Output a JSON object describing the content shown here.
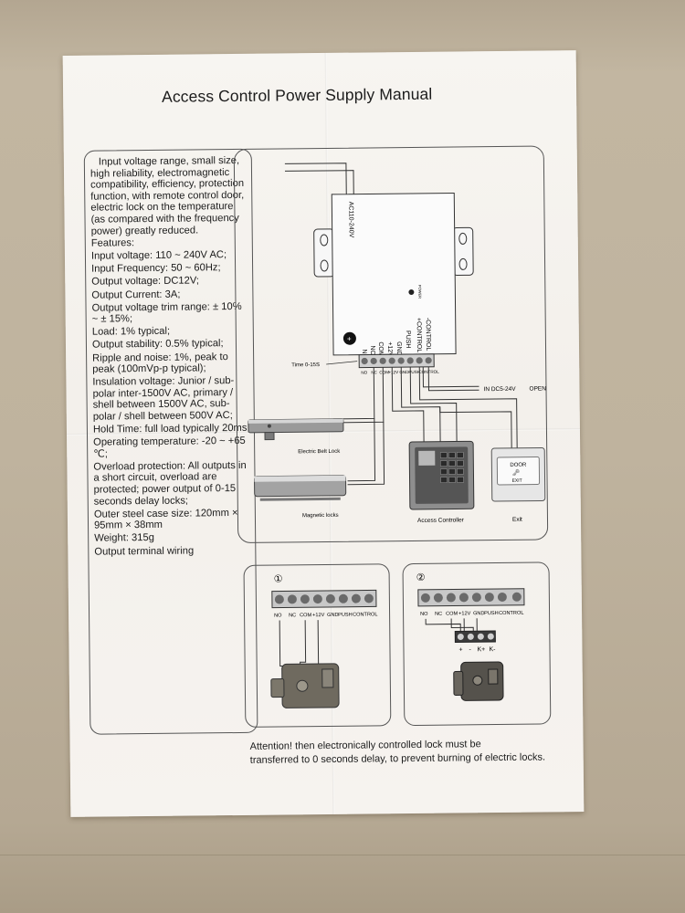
{
  "title": "Access Control Power Supply Manual",
  "spec_intro": "Input voltage range, small size, high reliability, electromagnetic compatibility, efficiency, protection function, with remote control door, electric lock on the temperature (as compared with the frequency power) greatly reduced.",
  "specs": [
    "Features:",
    "Input voltage: 110 ~ 240V AC;",
    "Input Frequency: 50 ~ 60Hz;",
    "Output voltage: DC12V;",
    "Output Current: 3A;",
    "Output voltage trim range: ± 10% ~ ± 15%;",
    "Load: 1% typical;",
    "Output stability: 0.5% typical;",
    "Ripple and noise: 1%, peak to peak (100mVp-p typical);",
    "Insulation voltage: Junior / sub-polar inter-1500V AC, primary / shell between 1500V AC, sub-polar / shell between 500V AC;",
    "Hold Time: full load typically 20ms;",
    "Operating temperature: -20 ~ +65 ℃;",
    "Overload protection: All outputs in a short circuit, overload are protected; power output of 0-15 seconds delay locks;",
    "Outer steel case size: 120mm × 95mm × 38mm",
    "Weight: 315g",
    "Output terminal wiring"
  ],
  "diagram": {
    "ac_label": "AC110-240V",
    "power_label": "POWER",
    "time_label": "Time  0-15S",
    "in_label": "IN  DC5-24V",
    "open_label": "OPEN",
    "vertical_labels": [
      "NO",
      "NC",
      "COM",
      "+12V",
      "GND",
      "PUSH",
      "+CONTROL",
      "-CONTROL"
    ],
    "terminal_labels": [
      "NO",
      "NC",
      "COM",
      "+12V",
      "GND",
      "PUSH",
      "CONTROL"
    ],
    "electric_bolt_lock": "Electric Belt Lock",
    "magnetic_locks": "Magnetic locks",
    "access_controller": "Access Controller",
    "exit": "Exit",
    "door_button_top": "DOOR",
    "door_button_bottom": "EXIT"
  },
  "wiring1": {
    "number": "①",
    "labels": [
      "NO",
      "NC",
      "COM",
      "+12V",
      "GND",
      "PUSH",
      "CONTROL"
    ]
  },
  "wiring2": {
    "number": "②",
    "labels": [
      "NO",
      "NC",
      "COM",
      "+12V",
      "GND",
      "PUSH",
      "CONTROL"
    ],
    "lock_terminals": [
      "+",
      "-",
      "K+",
      "K-"
    ]
  },
  "attention_line1": "Attention! then electronically controlled lock must be",
  "attention_line2": "transferred to 0 seconds delay, to prevent burning of electric locks."
}
